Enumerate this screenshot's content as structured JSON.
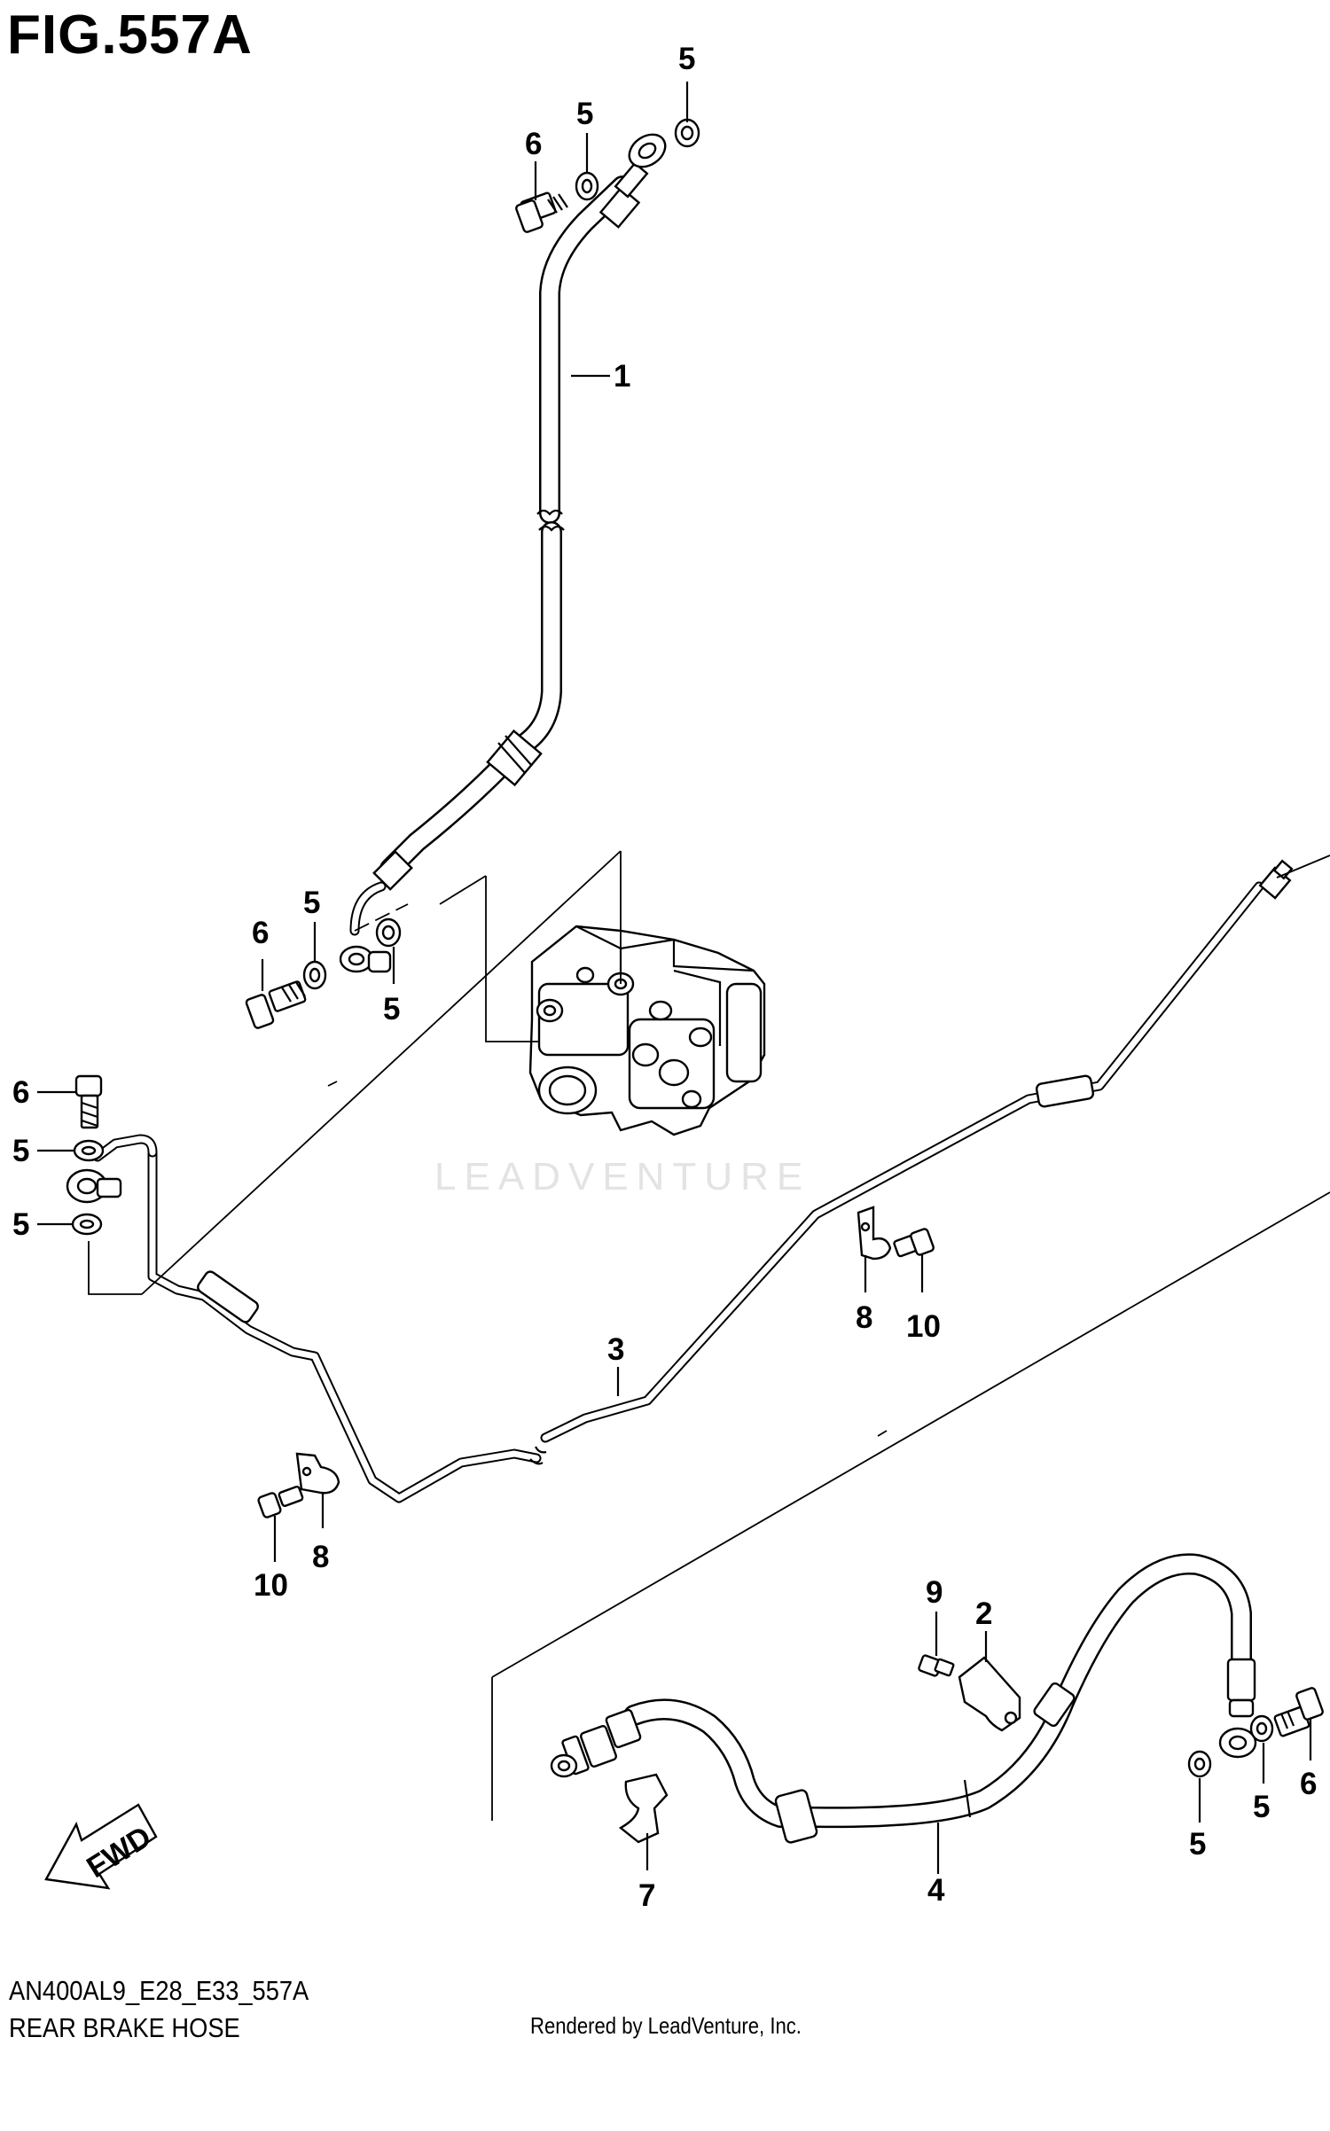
{
  "figure": {
    "title": "FIG.557A",
    "code": "AN400AL9_E28_E33_557A",
    "subtitle": "REAR BRAKE HOSE",
    "rendered_by": "Rendered by LeadVenture, Inc.",
    "watermark": "LEADVENTURE",
    "direction_arrow": "FWD"
  },
  "callouts": {
    "c1": "1",
    "c2": "2",
    "c3": "3",
    "c4": "4",
    "c5a": "5",
    "c5b": "5",
    "c5c": "5",
    "c5d": "5",
    "c5e": "5",
    "c5f": "5",
    "c5g": "5",
    "c5h": "5",
    "c6a": "6",
    "c6b": "6",
    "c6c": "6",
    "c6d": "6",
    "c7": "7",
    "c8a": "8",
    "c8b": "8",
    "c9": "9",
    "c10a": "10",
    "c10b": "10"
  }
}
